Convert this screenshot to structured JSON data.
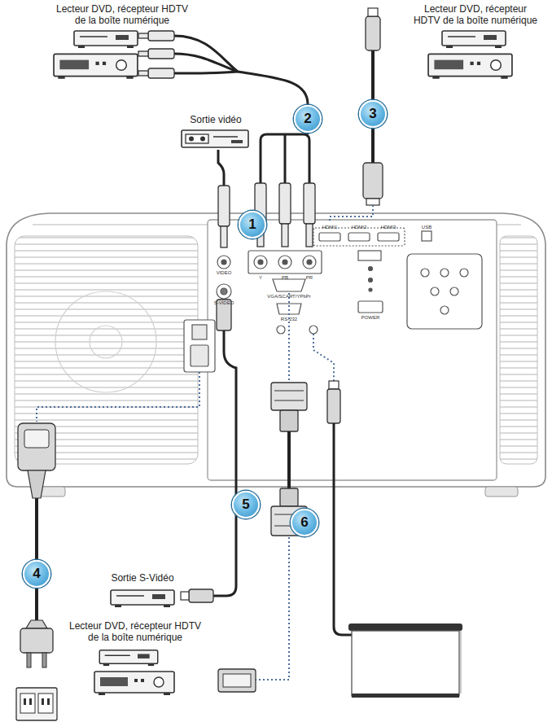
{
  "diagram": {
    "nodes": [
      {
        "text": [
          "Lecteur DVD, récepteur HDTV de la boîte numérique"
        ]
      },
      {
        "text": [
          "Lecteur DVD, récepteur HDTV de la boîte numérique"
        ]
      },
      {
        "text": [
          "Sortie vidéo"
        ]
      },
      {
        "text": [
          "2"
        ]
      },
      {
        "text": [
          "3"
        ]
      },
      {
        "text": [
          "1"
        ]
      },
      {
        "text": [
          "5"
        ]
      },
      {
        "text": [
          "6"
        ]
      },
      {
        "text": [
          "4"
        ]
      },
      {
        "text": [
          "Sortie S-Vidéo"
        ]
      },
      {
        "text": [
          "Lecteur DVD, récepteur HDTV de la boîte numérique"
        ]
      }
    ],
    "labels": [
      "HDMI1",
      "HDMI2",
      "HDMI3",
      "USB",
      "VIDEO",
      "Y",
      "PB",
      "PR",
      "S-VIDEO",
      "VGA/SCART/YPbPr",
      "RS-232",
      "POWER"
    ]
  }
}
